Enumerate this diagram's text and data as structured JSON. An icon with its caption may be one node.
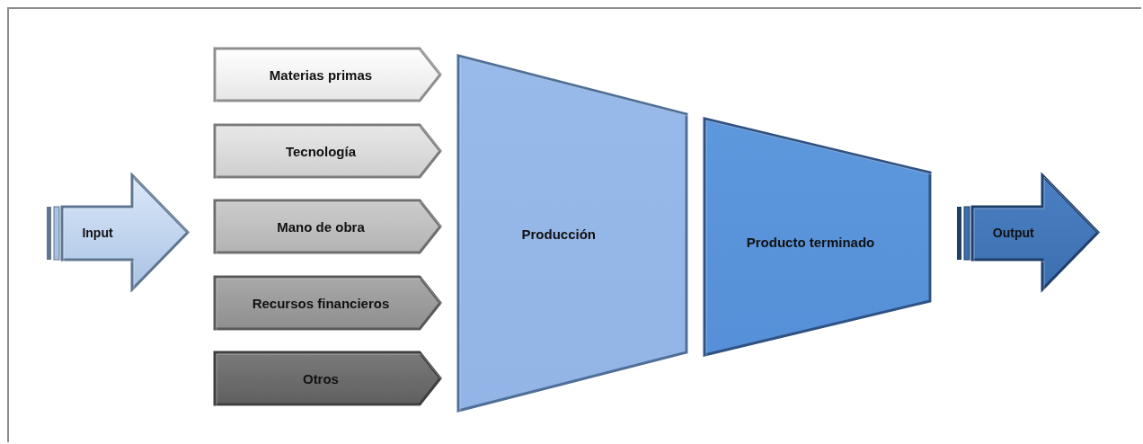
{
  "diagram": {
    "nodes": [
      {
        "text": [
          "Input"
        ]
      },
      {
        "text": [
          "Materias primas"
        ]
      },
      {
        "text": [
          "Tecnología"
        ]
      },
      {
        "text": [
          "Mano de obra"
        ]
      },
      {
        "text": [
          "Recursos financieros"
        ]
      },
      {
        "text": [
          "Otros"
        ]
      },
      {
        "text": [
          "Producción"
        ]
      },
      {
        "text": [
          "Producto terminado"
        ]
      },
      {
        "text": [
          "Output"
        ]
      }
    ]
  }
}
